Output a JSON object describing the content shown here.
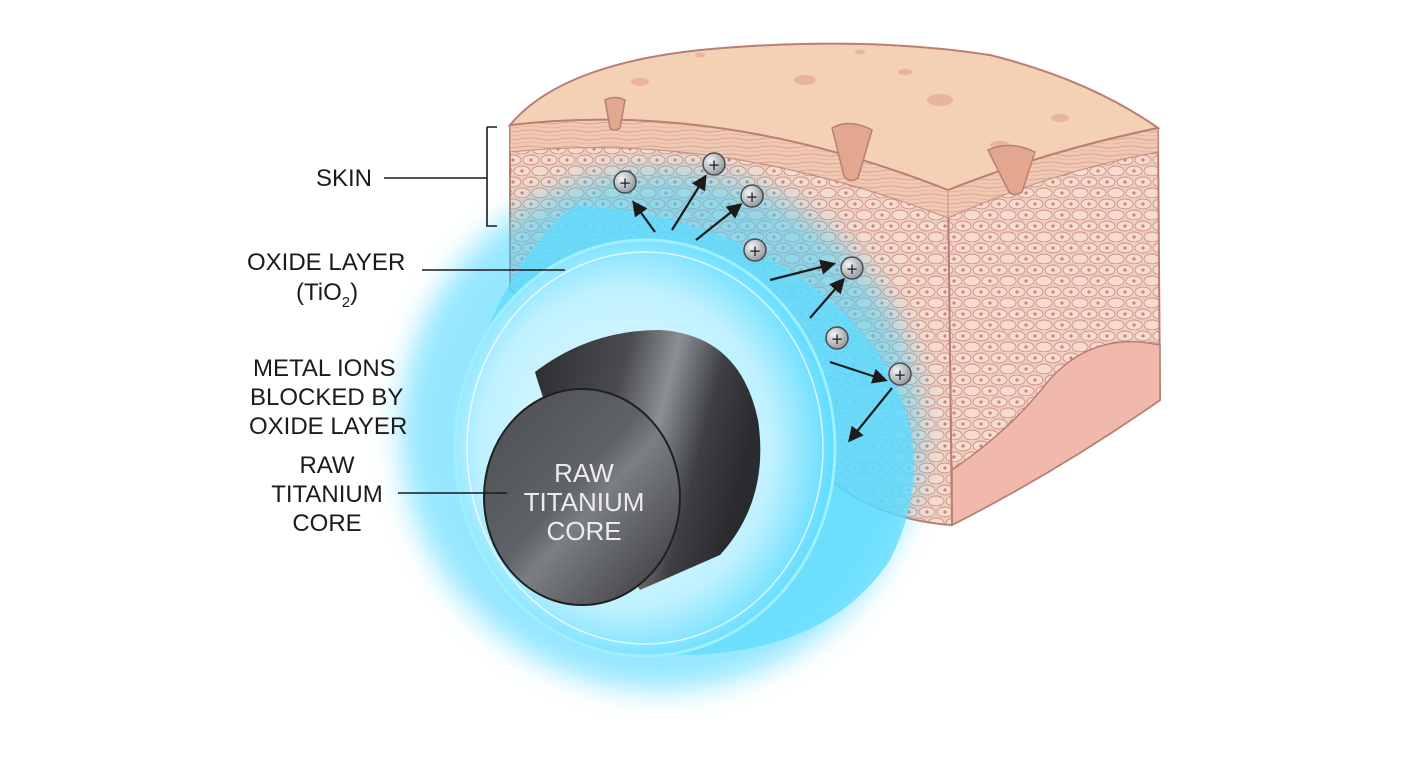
{
  "labels": {
    "skin": "SKIN",
    "oxide_line1": "OXIDE LAYER",
    "oxide_line2_prefix": "(TiO",
    "oxide_line2_sub": "2",
    "oxide_line2_suffix": ")",
    "ions_line1": "METAL IONS",
    "ions_line2": "BLOCKED BY",
    "ions_line3": "OXIDE LAYER",
    "core_line1": "RAW",
    "core_line2": "TITANIUM",
    "core_line3": "CORE"
  },
  "core_text": {
    "line1": "RAW",
    "line2": "TITANIUM",
    "line3": "CORE"
  },
  "ion_symbol": "+",
  "colors": {
    "skin_top": "#f3cfb1",
    "skin_front": "#efc0ab",
    "skin_side": "#f0b8a8",
    "skin_outline": "#b97e74",
    "cell_fill": "#f6d7c8",
    "cell_stroke": "#c68f84",
    "nucleus": "#c88a83",
    "oxide_glow": "#36d6ff",
    "oxide_face": "#d9f7ff",
    "core_dark": "#2f3033",
    "core_light": "#8e9194",
    "ion_fill": "#b9bcbf"
  }
}
